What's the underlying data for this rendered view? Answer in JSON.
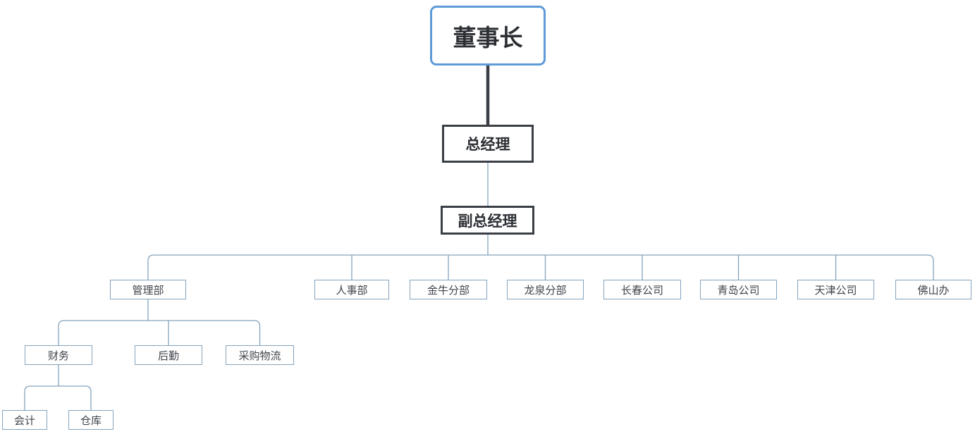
{
  "org_chart": {
    "root": {
      "label": "董事长"
    },
    "general_manager": {
      "label": "总经理"
    },
    "deputy_general_manager": {
      "label": "副总经理"
    },
    "departments": [
      {
        "label": "管理部"
      },
      {
        "label": "人事部"
      },
      {
        "label": "金牛分部"
      },
      {
        "label": "龙泉分部"
      },
      {
        "label": "长春公司"
      },
      {
        "label": "青岛公司"
      },
      {
        "label": "天津公司"
      },
      {
        "label": "佛山办"
      }
    ],
    "management_dept_children": [
      {
        "label": "财务"
      },
      {
        "label": "后勤"
      },
      {
        "label": "采购物流"
      }
    ],
    "finance_children": [
      {
        "label": "会计"
      },
      {
        "label": "仓库"
      }
    ]
  },
  "colors": {
    "root_border": "#5e9ad8",
    "executive_border": "#3a3e45",
    "connector": "#84a3bc",
    "thick_connector": "#3a3e45",
    "text": "#2b2e33"
  }
}
